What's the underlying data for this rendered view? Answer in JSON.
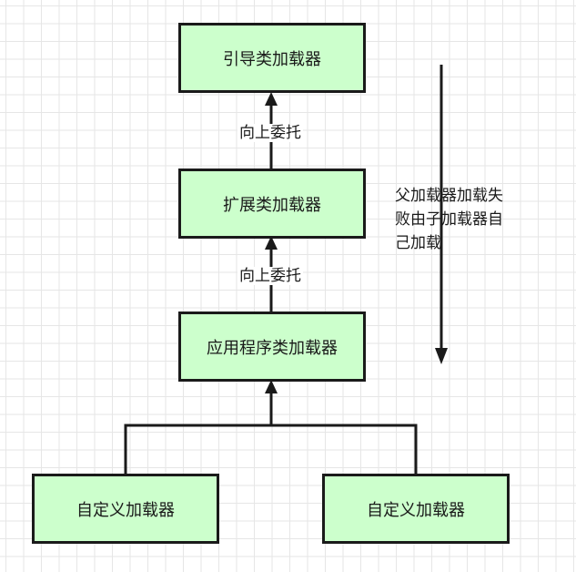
{
  "nodes": {
    "bootstrap": "引导类加载器",
    "extension": "扩展类加载器",
    "application": "应用程序类加载器",
    "custom_left": "自定义加载器",
    "custom_right": "自定义加载器"
  },
  "edges": {
    "ext_to_boot": "向上委托",
    "app_to_ext": "向上委托"
  },
  "note": {
    "text": "父加载器加载失败由子加载器自己加载"
  },
  "colors": {
    "node_fill": "#ccffcc",
    "stroke": "#1a1a1a",
    "grid": "#e6e6e6"
  }
}
